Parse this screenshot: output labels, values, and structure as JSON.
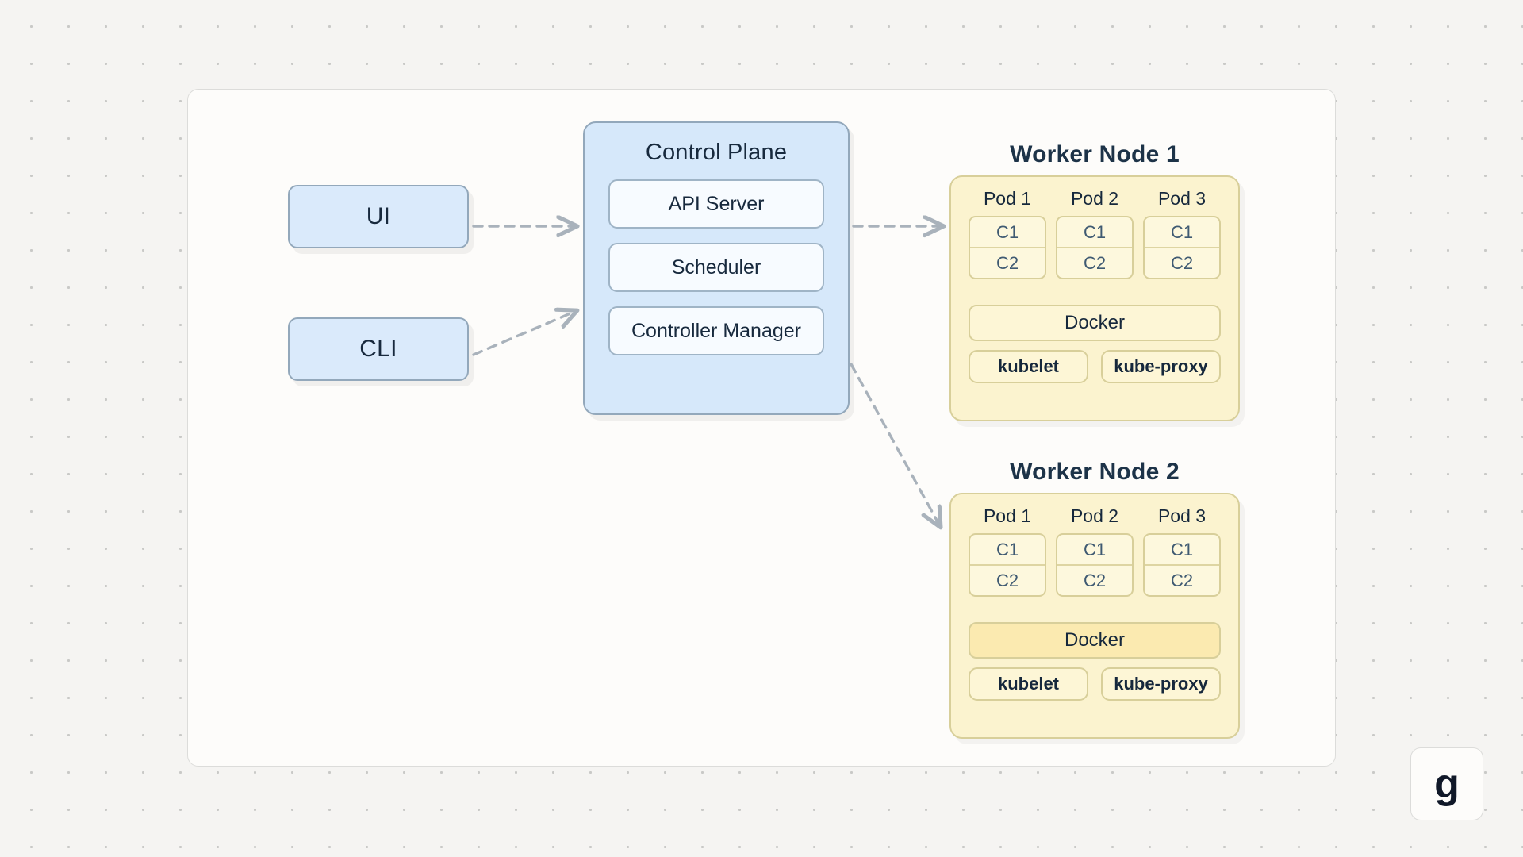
{
  "diagram": {
    "clients": [
      {
        "id": "ui",
        "label": "UI"
      },
      {
        "id": "cli",
        "label": "CLI"
      }
    ],
    "control_plane": {
      "title": "Control Plane",
      "components": [
        {
          "label": "API Server"
        },
        {
          "label": "Scheduler"
        },
        {
          "label": "Controller Manager"
        }
      ]
    },
    "worker_nodes": [
      {
        "title": "Worker Node 1",
        "docker_label": "Docker",
        "docker_variant": "light",
        "pods": [
          {
            "label": "Pod 1",
            "containers": [
              "C1",
              "C2"
            ]
          },
          {
            "label": "Pod 2",
            "containers": [
              "C1",
              "C2"
            ]
          },
          {
            "label": "Pod 3",
            "containers": [
              "C1",
              "C2"
            ]
          }
        ],
        "agents": [
          {
            "label": "kubelet"
          },
          {
            "label": "kube-proxy"
          }
        ]
      },
      {
        "title": "Worker Node 2",
        "docker_label": "Docker",
        "docker_variant": "dark",
        "pods": [
          {
            "label": "Pod 1",
            "containers": [
              "C1",
              "C2"
            ]
          },
          {
            "label": "Pod 2",
            "containers": [
              "C1",
              "C2"
            ]
          },
          {
            "label": "Pod 3",
            "containers": [
              "C1",
              "C2"
            ]
          }
        ],
        "agents": [
          {
            "label": "kubelet"
          },
          {
            "label": "kube-proxy"
          }
        ]
      }
    ],
    "connections": [
      {
        "id": "ui-to-api-server",
        "from": "UI",
        "to": "API Server",
        "style": "dashed-arrow"
      },
      {
        "id": "cli-to-control-plane",
        "from": "CLI",
        "to": "Control Plane",
        "style": "dashed-arrow"
      },
      {
        "id": "api-server-to-worker-node-1",
        "from": "Control Plane",
        "to": "Worker Node 1",
        "style": "dashed-arrow"
      },
      {
        "id": "controller-manager-to-worker-2",
        "from": "Controller Manager",
        "to": "Worker Node 2",
        "style": "dashed-arrow"
      }
    ]
  },
  "logo": {
    "text": "g"
  },
  "colors": {
    "background": "#f5f4f2",
    "canvas": "#fdfcfa",
    "client_fill": "#daeafb",
    "client_border": "#93a8bb",
    "control_plane_fill": "#d6e8fa",
    "control_plane_item_fill": "#f7fbff",
    "worker_fill": "#fbf3cf",
    "worker_border": "#d8cf9a",
    "docker_light": "#fdf6d6",
    "docker_dark": "#fbeab0",
    "arrow": "#a9b2bb",
    "text_dark": "#16283c"
  }
}
